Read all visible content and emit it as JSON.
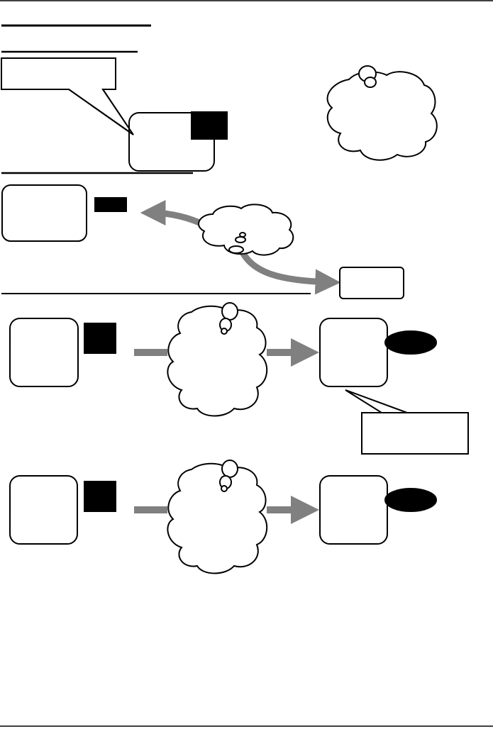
{
  "colors": {
    "background": "#ffffff",
    "stroke": "#000000",
    "arrow": "#808080",
    "marker_fill": "#000000"
  },
  "sections": [
    {
      "name": "section-1",
      "heading_text": ""
    },
    {
      "name": "section-2",
      "heading_text": ""
    },
    {
      "name": "section-3",
      "heading_text": ""
    },
    {
      "name": "section-4",
      "heading_text": ""
    }
  ],
  "icons": [
    "rounded-box",
    "callout-box",
    "cloud",
    "black-square",
    "black-ellipse",
    "gray-arrow"
  ]
}
